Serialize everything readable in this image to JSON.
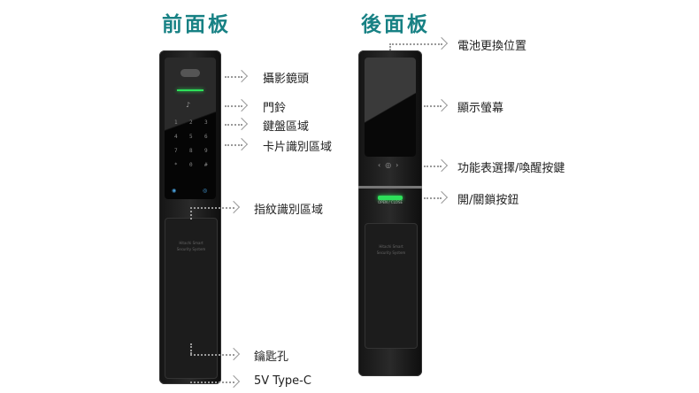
{
  "front": {
    "title": "前面板",
    "callouts": [
      "攝影鏡頭",
      "門鈴",
      "鍵盤區域",
      "卡片識別區域",
      "指紋識別區域",
      "鑰匙孔",
      "5V Type-C"
    ],
    "keys": [
      "1",
      "2",
      "3",
      "4",
      "5",
      "6",
      "7",
      "8",
      "9",
      "*",
      "0",
      "#"
    ],
    "handle_text": "Hitachi Smart Security System"
  },
  "back": {
    "title": "後面板",
    "callouts": [
      "電池更換位置",
      "顯示螢幕",
      "功能表選擇/喚醒按鍵",
      "開/關鎖按鈕"
    ],
    "button_text": "OPEN / CLOSE",
    "handle_text": "Hitachi Smart Security System"
  },
  "colors": {
    "title": "#178184",
    "led": "#2ee05a",
    "lock_body": "#1a1a1a"
  }
}
